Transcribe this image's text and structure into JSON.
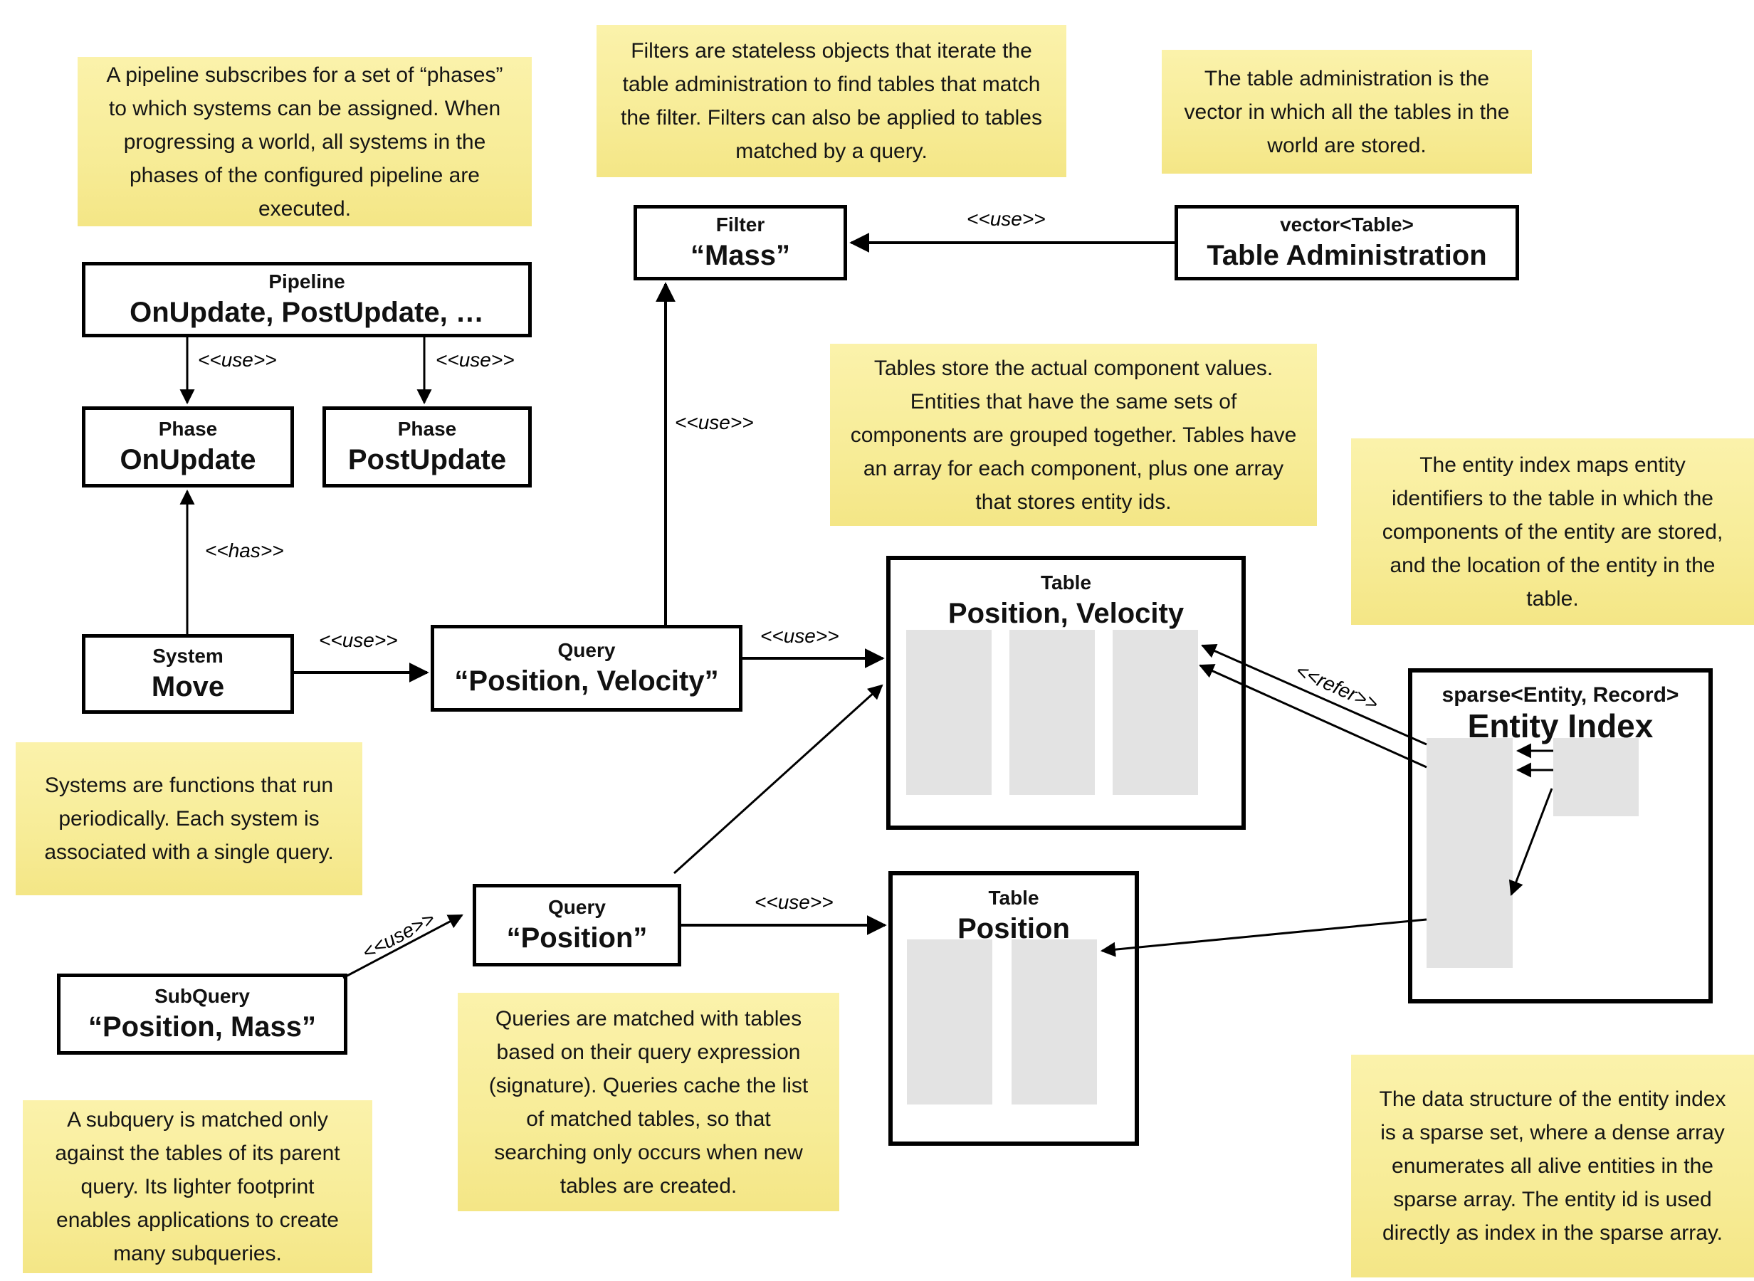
{
  "colors": {
    "note_bg_top": "#fbf2ab",
    "note_bg_bottom": "#f4e686",
    "box_border": "#000000",
    "box_bg": "#ffffff",
    "slot_fill": "#e3e3e3",
    "text": "#111111"
  },
  "labels": {
    "use": "<<use>>",
    "has": "<<has>>",
    "refer": "<<refer>>"
  },
  "notes": {
    "pipeline": "A pipeline subscribes for a set of “phases” to which systems can be assigned. When progressing a world, all systems in the phases of the configured pipeline are executed.",
    "filters": "Filters are stateless objects that iterate the table administration to find tables that match the filter. Filters can also be applied to tables matched by a query.",
    "table_admin": "The table administration is the vector in which all the tables in the world are stored.",
    "tables": "Tables store the actual component values. Entities that have the same sets of components are grouped together. Tables have an array for each component, plus one array that stores entity ids.",
    "entity_index": "The entity index maps entity identifiers to the table in which the components of the entity are stored, and the location of the entity in the table.",
    "systems": "Systems are functions that run periodically. Each system is associated with a single query.",
    "queries": "Queries are matched with tables based on their query expression (signature). Queries cache the list of matched tables, so that searching only occurs when new tables are created.",
    "subquery": "A subquery is matched only against the tables of its parent query. Its lighter footprint enables applications to create many subqueries.",
    "sparse_set": "The data structure of the entity index is a sparse set, where a dense array enumerates all alive entities in the sparse array. The entity id is used directly as index in the sparse array."
  },
  "nodes": {
    "pipeline": {
      "stereotype": "Pipeline",
      "name": "OnUpdate, PostUpdate, …"
    },
    "phase_onupdate": {
      "stereotype": "Phase",
      "name": "OnUpdate"
    },
    "phase_postupdate": {
      "stereotype": "Phase",
      "name": "PostUpdate"
    },
    "filter_mass": {
      "stereotype": "Filter",
      "name": "“Mass”"
    },
    "table_admin": {
      "stereotype": "vector<Table>",
      "name": "Table Administration"
    },
    "system_move": {
      "stereotype": "System",
      "name": "Move"
    },
    "query_position_velocity": {
      "stereotype": "Query",
      "name": "“Position, Velocity”"
    },
    "table_position_velocity": {
      "stereotype": "Table",
      "name": "Position, Velocity"
    },
    "query_position": {
      "stereotype": "Query",
      "name": "“Position”"
    },
    "table_position": {
      "stereotype": "Table",
      "name": "Position"
    },
    "subquery_position_mass": {
      "stereotype": "SubQuery",
      "name": "“Position, Mass”"
    },
    "entity_index": {
      "stereotype": "sparse<Entity, Record>",
      "name": "Entity Index"
    }
  }
}
